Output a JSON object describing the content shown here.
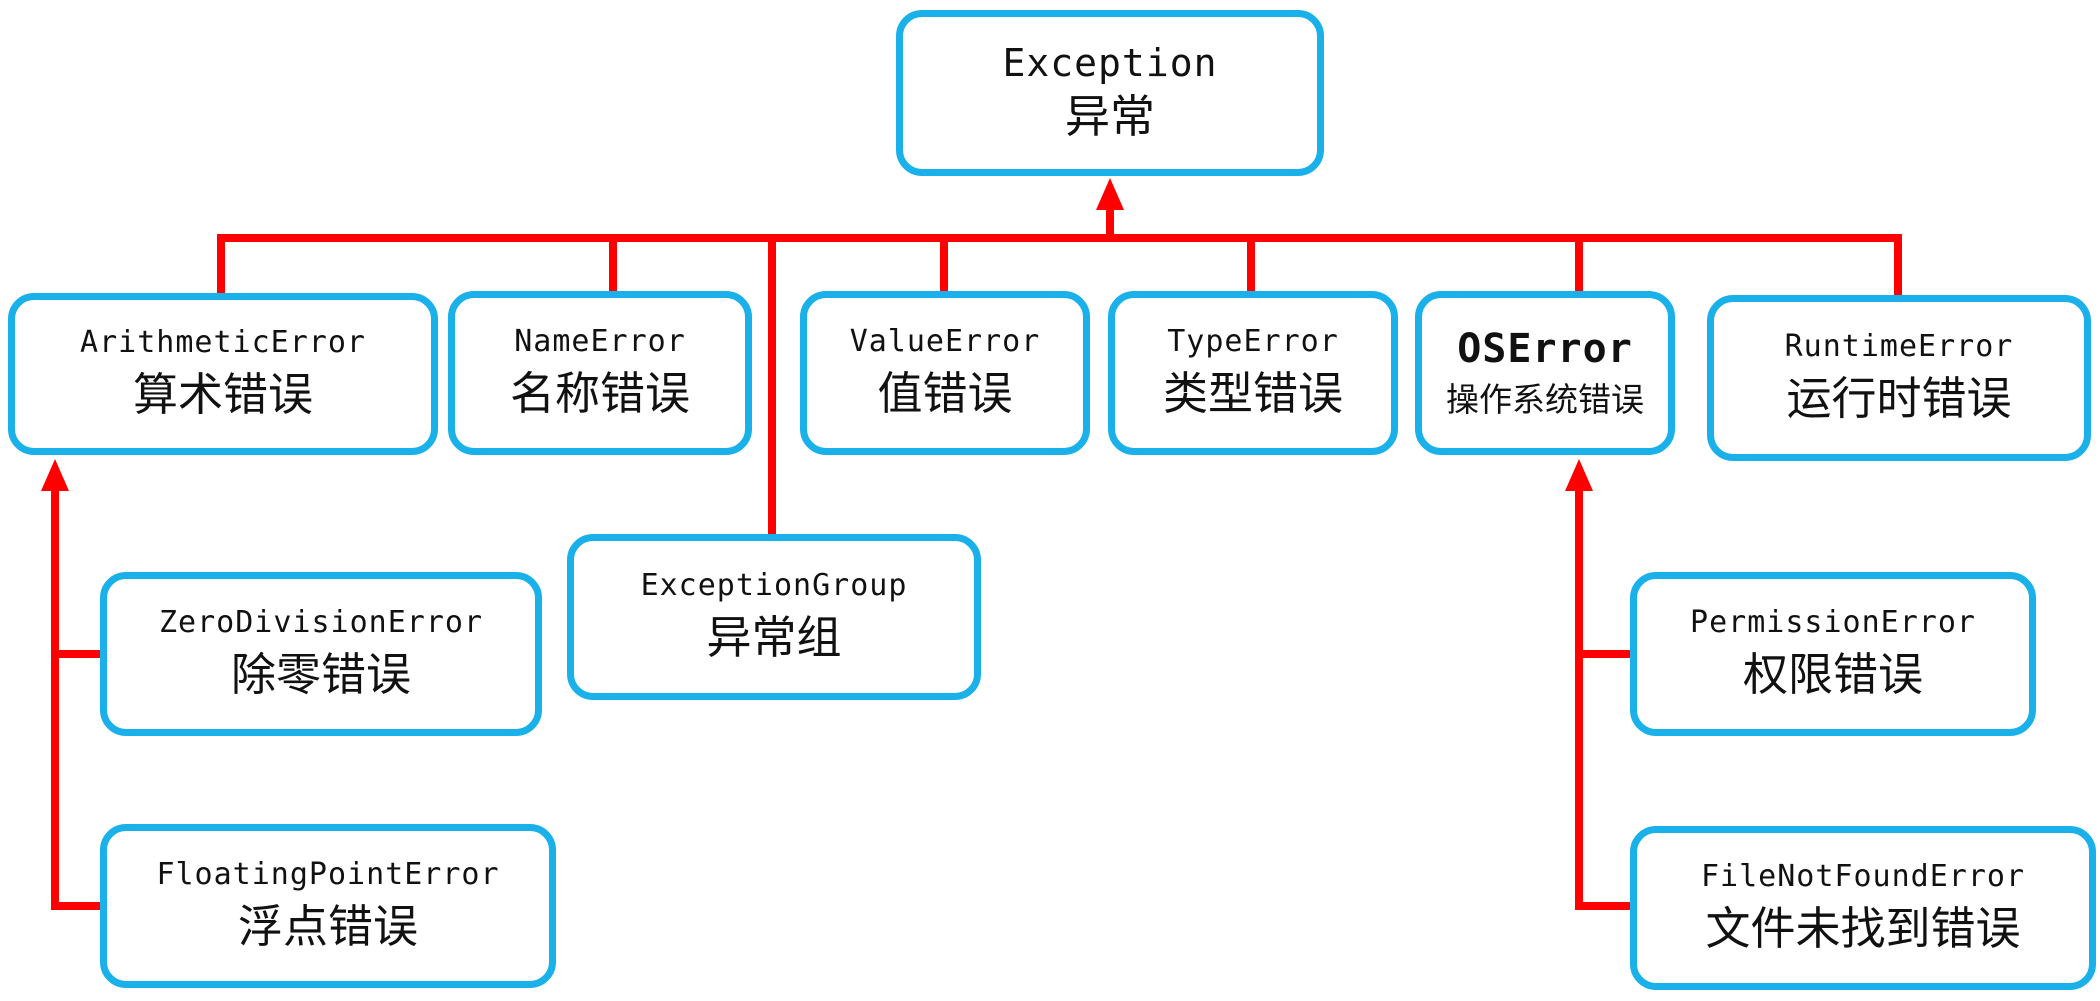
{
  "colors": {
    "box_border": "#1ab0ea",
    "connector": "#ff0000",
    "text": "#111111",
    "background": "#ffffff"
  },
  "nodes": {
    "exception": {
      "en": "Exception",
      "zh": "异常"
    },
    "arithmetic_error": {
      "en": "ArithmeticError",
      "zh": "算术错误"
    },
    "name_error": {
      "en": "NameError",
      "zh": "名称错误"
    },
    "value_error": {
      "en": "ValueError",
      "zh": "值错误"
    },
    "type_error": {
      "en": "TypeError",
      "zh": "类型错误"
    },
    "os_error": {
      "en": "OSError",
      "zh": "操作系统错误"
    },
    "runtime_error": {
      "en": "RuntimeError",
      "zh": "运行时错误"
    },
    "exception_group": {
      "en": "ExceptionGroup",
      "zh": "异常组"
    },
    "zero_division_error": {
      "en": "ZeroDivisionError",
      "zh": "除零错误"
    },
    "floating_point_error": {
      "en": "FloatingPointError",
      "zh": "浮点错误"
    },
    "permission_error": {
      "en": "PermissionError",
      "zh": "权限错误"
    },
    "file_not_found_error": {
      "en": "FileNotFoundError",
      "zh": "文件未找到错误"
    }
  },
  "edges": [
    {
      "from": "arithmetic_error",
      "to": "exception"
    },
    {
      "from": "name_error",
      "to": "exception"
    },
    {
      "from": "exception_group",
      "to": "exception"
    },
    {
      "from": "value_error",
      "to": "exception"
    },
    {
      "from": "type_error",
      "to": "exception"
    },
    {
      "from": "os_error",
      "to": "exception"
    },
    {
      "from": "runtime_error",
      "to": "exception"
    },
    {
      "from": "zero_division_error",
      "to": "arithmetic_error"
    },
    {
      "from": "floating_point_error",
      "to": "arithmetic_error"
    },
    {
      "from": "permission_error",
      "to": "os_error"
    },
    {
      "from": "file_not_found_error",
      "to": "os_error"
    }
  ]
}
